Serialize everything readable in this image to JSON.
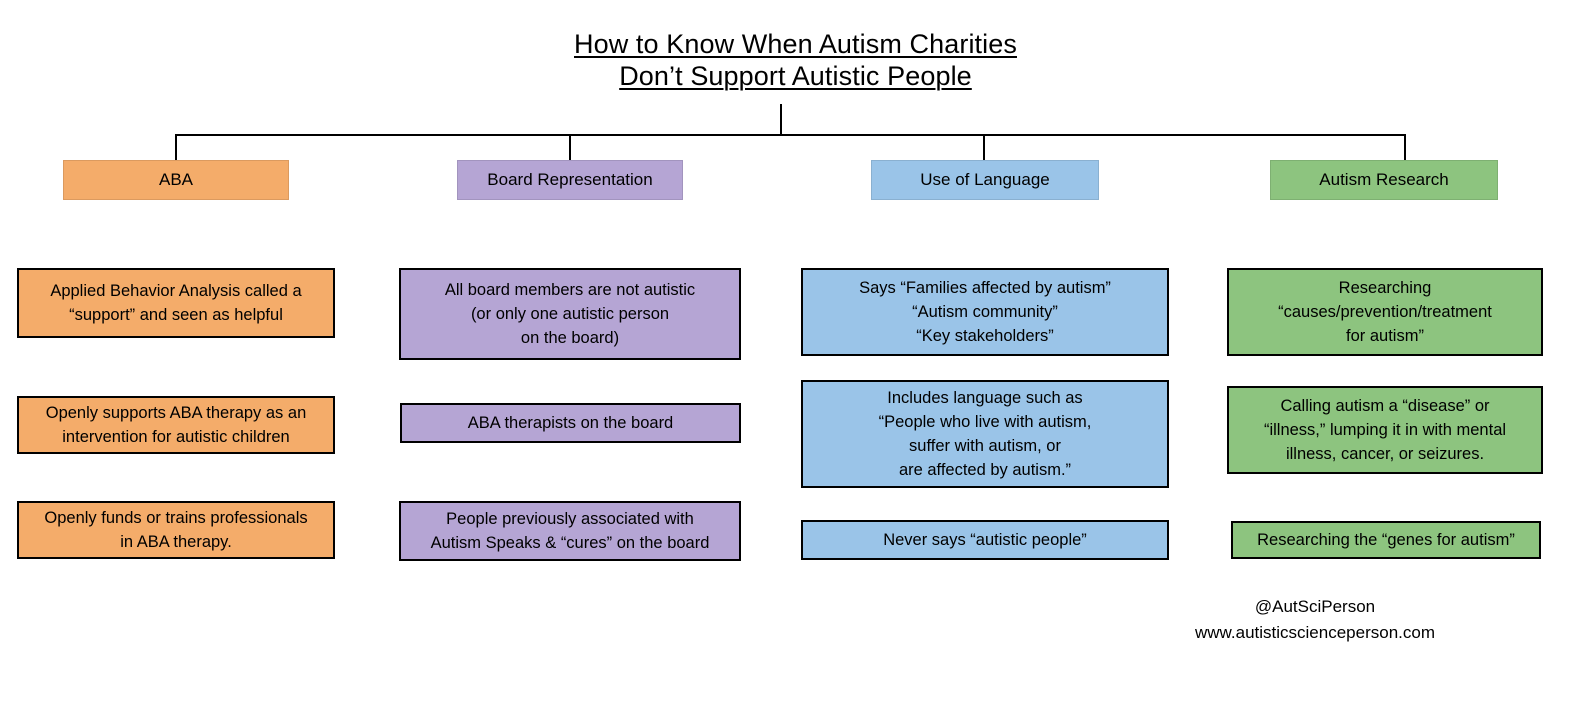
{
  "title": {
    "line1": "How to Know When Autism Charities",
    "line2": "Don’t Support Autistic People"
  },
  "colors": {
    "aba": "#f4ac6a",
    "board": "#b5a5d4",
    "language": "#9ac4e8",
    "research": "#8dc47f",
    "border": "#000000",
    "background": "#ffffff",
    "text": "#000000"
  },
  "columns": [
    {
      "id": "aba",
      "header": "ABA",
      "color": "#f4ac6a",
      "items": [
        {
          "lines": [
            "Applied Behavior Analysis called a",
            "“support” and seen as helpful"
          ]
        },
        {
          "lines": [
            "Openly supports ABA therapy as an",
            "intervention for autistic children"
          ]
        },
        {
          "lines": [
            "Openly funds or trains professionals",
            "in ABA therapy."
          ]
        }
      ]
    },
    {
      "id": "board-representation",
      "header": "Board Representation",
      "color": "#b5a5d4",
      "items": [
        {
          "lines": [
            "All board members are not autistic",
            "(or only one autistic person",
            "on the board)"
          ]
        },
        {
          "lines": [
            "ABA therapists on the board"
          ]
        },
        {
          "lines": [
            "People previously associated with",
            "Autism Speaks & “cures” on the board"
          ]
        }
      ]
    },
    {
      "id": "use-of-language",
      "header": "Use of Language",
      "color": "#9ac4e8",
      "items": [
        {
          "lines": [
            "Says “Families affected by autism”",
            "“Autism community”",
            "“Key stakeholders”"
          ]
        },
        {
          "lines": [
            "Includes language such as",
            "“People who live with autism,",
            "suffer with autism, or",
            "are affected by autism.”"
          ]
        },
        {
          "lines": [
            "Never says “autistic people”"
          ]
        }
      ]
    },
    {
      "id": "autism-research",
      "header": "Autism Research",
      "color": "#8dc47f",
      "items": [
        {
          "lines": [
            "Researching",
            "“causes/prevention/treatment",
            "for autism”"
          ]
        },
        {
          "lines": [
            "Calling autism a “disease” or",
            "“illness,” lumping it in with mental",
            "illness, cancer, or seizures."
          ]
        },
        {
          "lines": [
            "Researching the “genes for autism”"
          ]
        }
      ]
    }
  ],
  "footer": {
    "handle": "@AutSciPerson",
    "website": "www.autisticscienceperson.com"
  }
}
